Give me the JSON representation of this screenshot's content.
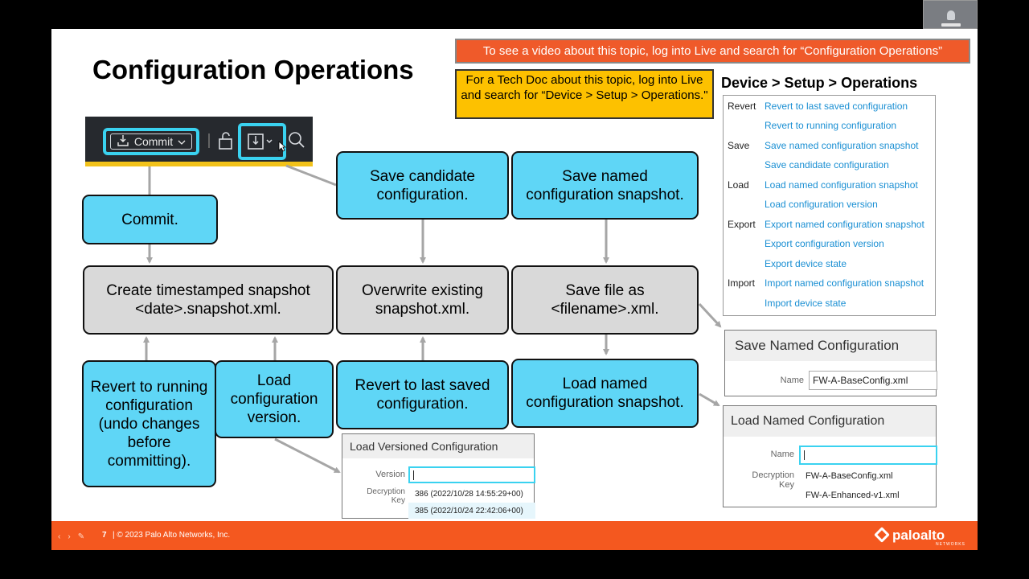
{
  "slide": {
    "title": "Configuration Operations",
    "video_banner": "To see a video about this topic, log into Live and search for “Configuration Operations”",
    "techdoc_banner": "For a Tech Doc about this topic, log into Live and search for “Device > Setup > Operations.\"",
    "ops_heading": "Device > Setup > Operations"
  },
  "toolbar": {
    "commit_label": "Commit",
    "commit_icon": "download-tray-icon",
    "lock_icon": "unlock-icon",
    "config_ops_icon": "import-export-icon",
    "search_icon": "search-icon",
    "highlight_color": "#3ad2f0",
    "accent_color": "#f2c21a"
  },
  "flow": {
    "commit": "Commit.",
    "save_candidate": "Save candidate configuration.",
    "save_named": "Save named configuration snapshot.",
    "create_snapshot_line1": "Create timestamped snapshot",
    "create_snapshot_line2": "<date>.snapshot.xml.",
    "overwrite": "Overwrite existing snapshot.xml.",
    "save_file_line1": "Save file as",
    "save_file_line2": "<filename>.xml.",
    "revert_running": "Revert to running configuration (undo changes before committing).",
    "load_version": "Load configuration version.",
    "revert_saved": "Revert to last saved configuration.",
    "load_named": "Load named configuration snapshot."
  },
  "ops_panel": {
    "rows": [
      {
        "category": "Revert",
        "link": "Revert to last saved configuration"
      },
      {
        "category": "",
        "link": "Revert to running configuration"
      },
      {
        "category": "Save",
        "link": "Save named configuration snapshot"
      },
      {
        "category": "",
        "link": "Save candidate configuration"
      },
      {
        "category": "Load",
        "link": "Load named configuration snapshot"
      },
      {
        "category": "",
        "link": "Load configuration version"
      },
      {
        "category": "Export",
        "link": "Export named configuration snapshot"
      },
      {
        "category": "",
        "link": "Export configuration version"
      },
      {
        "category": "",
        "link": "Export device state"
      },
      {
        "category": "Import",
        "link": "Import named configuration snapshot"
      },
      {
        "category": "",
        "link": "Import device state"
      }
    ]
  },
  "dialogs": {
    "save_named": {
      "title": "Save Named Configuration",
      "name_label": "Name",
      "name_value": "FW-A-BaseConfig.xml"
    },
    "load_named": {
      "title": "Load Named Configuration",
      "name_label": "Name",
      "decryption_label_1": "Decryption",
      "decryption_label_2": "Key",
      "options": [
        "FW-A-BaseConfig.xml",
        "FW-A-Enhanced-v1.xml"
      ]
    },
    "load_versioned": {
      "title": "Load Versioned Configuration",
      "version_label": "Version",
      "decryption_label_1": "Decryption",
      "decryption_label_2": "Key",
      "options": [
        "386 (2022/10/28 14:55:29+00)",
        "385 (2022/10/24 22:42:06+00)"
      ]
    }
  },
  "footer": {
    "page_number": "7",
    "copyright": "|  © 2023 Palo Alto Networks, Inc.",
    "logo_text": "paloalto",
    "logo_sub": "NETWORKS",
    "color": "#f4581f"
  },
  "colors": {
    "process_box": "#5fd6f6",
    "result_box": "#d9d9d9",
    "link": "#1a8fd3",
    "arrow": "#a6a6a6"
  }
}
